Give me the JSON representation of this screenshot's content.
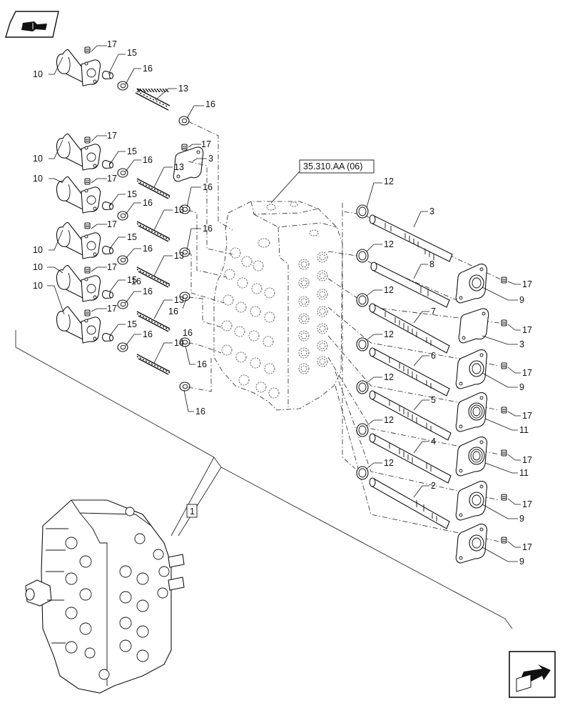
{
  "reference_label": "35.310.AA (06)",
  "assembly_callout": "1",
  "icons": {
    "top_left": "book-open-icon",
    "bottom_right": "next-page-arrow-icon"
  },
  "callouts": {
    "c10a": "10",
    "c17a": "17",
    "c15a": "15",
    "c16a": "16",
    "c13a": "13",
    "c16b": "16",
    "c17b": "17",
    "c3a": "3",
    "c10b": "10",
    "c17c": "17",
    "c15b": "15",
    "c16c": "16",
    "c13b": "13",
    "c16d": "16",
    "c10c": "10",
    "c17d": "17",
    "c15c": "15",
    "c16e": "16",
    "c13c": "13",
    "c16f": "16",
    "c10d": "10",
    "c17e": "17",
    "c15d": "15",
    "c16g": "16",
    "c13d": "13",
    "c16h": "16",
    "c10e": "10",
    "c17f": "17",
    "c15e": "15",
    "c16i": "16",
    "c13e": "13",
    "c16j": "16",
    "c10f": "10",
    "c17g": "17",
    "c15f": "15",
    "c16k": "16",
    "c14a": "14",
    "c16l": "16",
    "c16m": "16",
    "c16n": "16",
    "c12a": "12",
    "c3b": "3",
    "c12b": "12",
    "c8a": "8",
    "c12c": "12",
    "c7a": "7",
    "c12d": "12",
    "c6a": "6",
    "c12e": "12",
    "c5a": "5",
    "c12f": "12",
    "c4a": "4",
    "c12g": "12",
    "c2a": "2",
    "c17h": "17",
    "c9a": "9",
    "c17i": "17",
    "c3c": "3",
    "c17j": "17",
    "c9b": "9",
    "c17k": "17",
    "c11a": "11",
    "c17l": "17",
    "c11b": "11",
    "c17m": "17",
    "c9c": "9",
    "c17n": "17",
    "c9d": "9"
  }
}
